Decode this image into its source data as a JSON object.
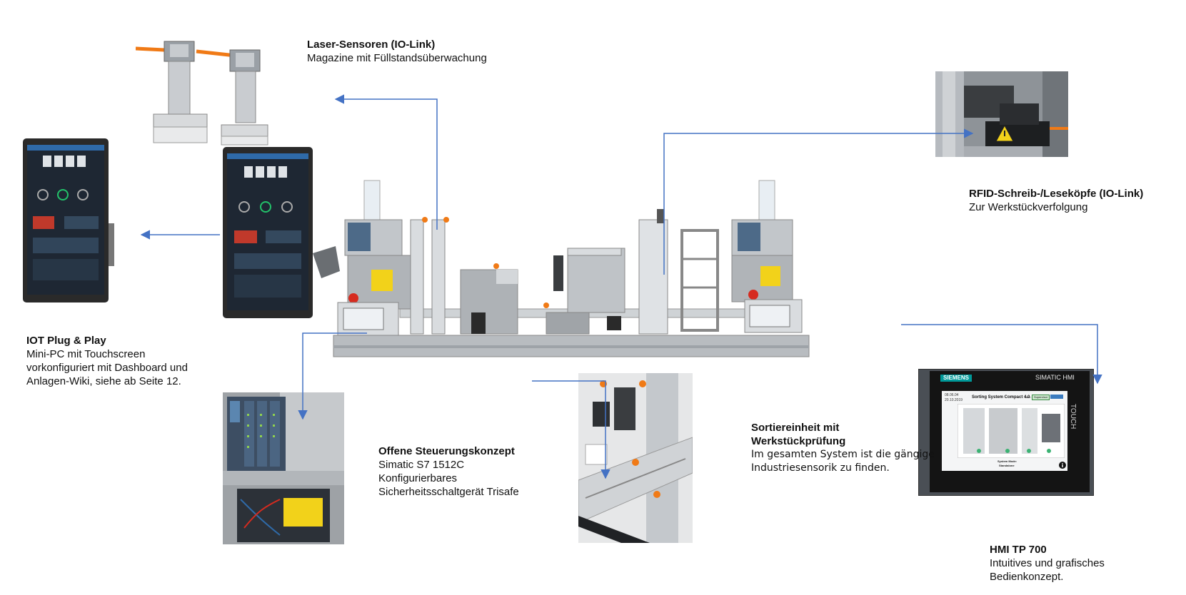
{
  "colors": {
    "arrow": "#4472c4",
    "aluminium": "#b8bcc0",
    "dark_frame": "#2a2a2a",
    "screen_bg": "#1e2733",
    "orange_cable": "#f07a16",
    "warning_yellow": "#f2d21a",
    "siemens_teal": "#009999"
  },
  "icons": [
    "arrow-head-icon",
    "warning-triangle-icon",
    "info-icon"
  ],
  "labels": {
    "laser": {
      "title": "Laser-Sensoren (IO-Link)",
      "lines": [
        "Magazine mit Füllstandsüberwachung"
      ]
    },
    "rfid": {
      "title": "RFID-Schreib-/Leseköpfe (IO-Link)",
      "lines": [
        "Zur Werkstückverfolgung"
      ]
    },
    "iot": {
      "title": "IOT Plug & Play",
      "lines": [
        "Mini-PC mit Touchscreen",
        "vorkonfiguriert mit Dashboard und",
        "Anlagen-Wiki, siehe ab Seite 12."
      ]
    },
    "control": {
      "title": "Offene Steuerungskonzept",
      "lines": [
        "Simatic S7 1512C",
        "Konfigurierbares",
        "Sicherheitsschaltgerät Trisafe"
      ]
    },
    "sorting": {
      "title_lines": [
        "Sortiereinheit mit",
        "Werkstückprüfung"
      ],
      "lines": [
        "Im gesamten System ist die gängige",
        "Industriesensorik zu finden."
      ]
    },
    "hmi": {
      "title": "HMI TP 700",
      "lines": [
        "Intuitives und grafisches",
        "Bedienkonzept."
      ]
    }
  },
  "hmi_screen": {
    "brand": "SIEMENS",
    "product": "SIMATIC HMI",
    "touch": "TOUCH",
    "screen_title": "Sorting System Compact 4.0",
    "user_label": "User:",
    "user_value": "Supervisor",
    "date": "08.06.04",
    "time": "20.10.2019",
    "mode_line1": "System Mode:",
    "mode_line2": "Standalone"
  }
}
